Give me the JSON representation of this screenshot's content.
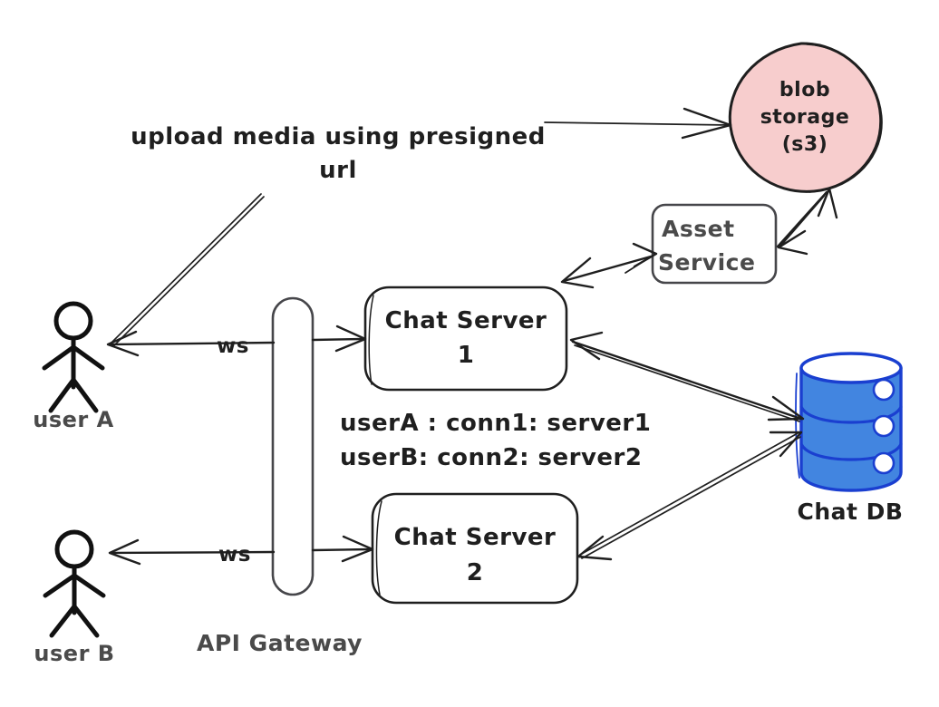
{
  "diagram": {
    "title": "Chat system architecture with WebSocket gateway and media upload",
    "background": "#ffffff",
    "colors": {
      "blob_fill": "#f7cdcd",
      "blob_stroke": "#1f1f1f",
      "db_fill": "#4285e0",
      "db_stroke": "#1a3fd0",
      "node_stroke_dark": "#1f1f1f",
      "node_stroke_gray": "#46464a",
      "text_dark": "#1f1f1f",
      "text_gray": "#4a4a4a"
    },
    "nodes": {
      "user_a": {
        "label": "user A",
        "shape": "stick-figure"
      },
      "user_b": {
        "label": "user B",
        "shape": "stick-figure"
      },
      "api_gateway": {
        "label": "API Gateway",
        "shape": "vertical-pill"
      },
      "chat_server_1": {
        "label_line1": "Chat Server",
        "label_line2": "1",
        "shape": "rounded-rect"
      },
      "chat_server_2": {
        "label_line1": "Chat Server",
        "label_line2": "2",
        "shape": "rounded-rect"
      },
      "asset_service": {
        "label_line1": "Asset",
        "label_line2": "Service",
        "shape": "rounded-rect"
      },
      "blob_storage": {
        "label_line1": "blob",
        "label_line2": "storage",
        "label_line3": "(s3)",
        "shape": "circle"
      },
      "chat_db": {
        "label": "Chat DB",
        "shape": "cylinder",
        "segments": 3
      }
    },
    "edge_labels": {
      "ws_top": "ws",
      "ws_bottom": "ws",
      "upload_line1": "upload media using presigned",
      "upload_line2": "url"
    },
    "annotations": {
      "connection_map_line1": "userA : conn1: server1",
      "connection_map_line2": "userB: conn2: server2"
    },
    "edges": [
      {
        "from": "user_a",
        "to": "api_gateway",
        "label": "ws",
        "direction": "bidirectional"
      },
      {
        "from": "api_gateway",
        "to": "chat_server_1",
        "direction": "bidirectional"
      },
      {
        "from": "user_b",
        "to": "api_gateway",
        "label": "ws",
        "direction": "bidirectional"
      },
      {
        "from": "api_gateway",
        "to": "chat_server_2",
        "direction": "bidirectional"
      },
      {
        "from": "user_a",
        "to": "blob_storage",
        "label": "upload media using presigned url",
        "direction": "forward"
      },
      {
        "from": "asset_service",
        "to": "blob_storage",
        "direction": "bidirectional"
      },
      {
        "from": "asset_service",
        "to": "chat_server_1",
        "direction": "bidirectional"
      },
      {
        "from": "chat_server_1",
        "to": "chat_db",
        "direction": "bidirectional"
      },
      {
        "from": "chat_server_2",
        "to": "chat_db",
        "direction": "bidirectional"
      }
    ]
  }
}
